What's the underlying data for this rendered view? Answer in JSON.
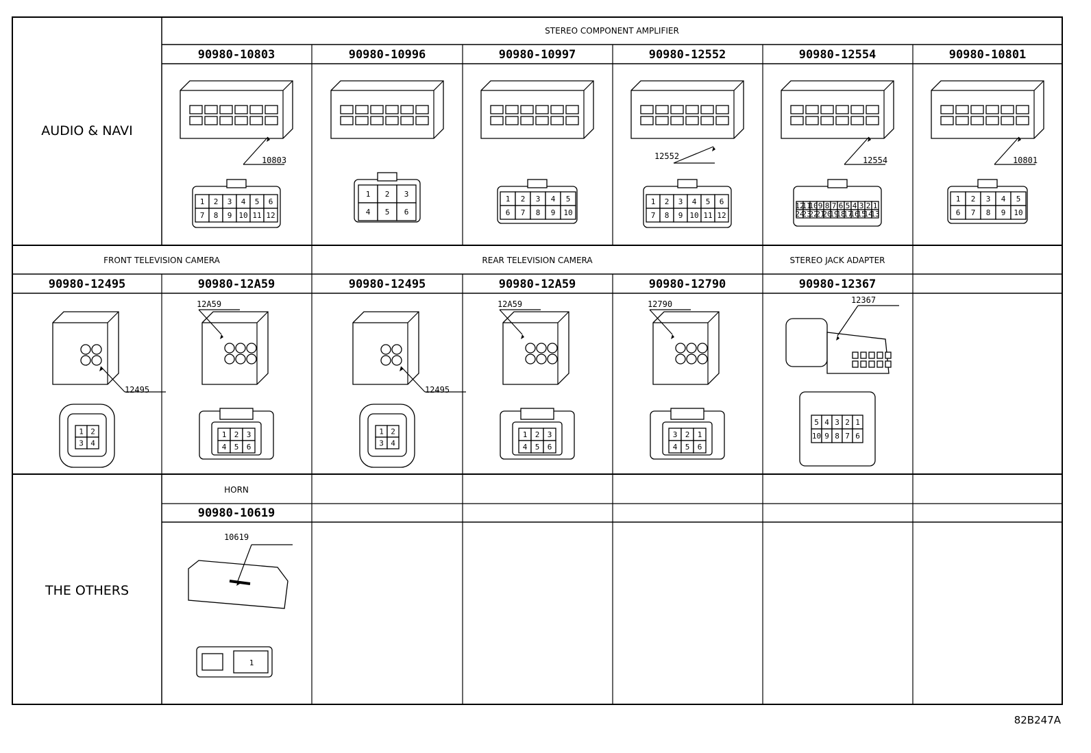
{
  "sections": {
    "audio_navi": "AUDIO & NAVI",
    "the_others": "THE OTHERS"
  },
  "row1": {
    "header": "STEREO COMPONENT AMPLIFIER",
    "parts": [
      {
        "part_number": "90980-10803",
        "tag": "10803",
        "pins": [
          "1",
          "2",
          "3",
          "4",
          "5",
          "6",
          "7",
          "8",
          "9",
          "10",
          "11",
          "12"
        ]
      },
      {
        "part_number": "90980-10996",
        "tag": "",
        "pins": [
          "1",
          "2",
          "3",
          "4",
          "5",
          "6"
        ]
      },
      {
        "part_number": "90980-10997",
        "tag": "",
        "pins": [
          "1",
          "2",
          "3",
          "4",
          "5",
          "6",
          "7",
          "8",
          "9",
          "10"
        ]
      },
      {
        "part_number": "90980-12552",
        "tag": "12552",
        "pins": [
          "1",
          "2",
          "3",
          "4",
          "5",
          "6",
          "7",
          "8",
          "9",
          "10",
          "11",
          "12"
        ]
      },
      {
        "part_number": "90980-12554",
        "tag": "12554",
        "pins": [
          "12",
          "11",
          "10",
          "9",
          "8",
          "7",
          "6",
          "5",
          "4",
          "3",
          "2",
          "1",
          "24",
          "23",
          "22",
          "21",
          "20",
          "19",
          "18",
          "17",
          "16",
          "15",
          "14",
          "13"
        ]
      },
      {
        "part_number": "90980-10801",
        "tag": "10801",
        "pins": [
          "1",
          "2",
          "3",
          "4",
          "5",
          "6",
          "7",
          "8",
          "9",
          "10"
        ]
      }
    ]
  },
  "row2": {
    "headers": [
      {
        "label": "FRONT TELEVISION CAMERA"
      },
      {
        "label": "REAR TELEVISION CAMERA"
      },
      {
        "label": "STEREO JACK ADAPTER"
      }
    ],
    "parts": [
      {
        "part_number": "90980-12495",
        "tag": "12495",
        "pins": [
          "1",
          "2",
          "3",
          "4"
        ]
      },
      {
        "part_number": "90980-12A59",
        "tag": "12A59",
        "pins": [
          "1",
          "2",
          "3",
          "4",
          "5",
          "6"
        ]
      },
      {
        "part_number": "90980-12495",
        "tag": "12495",
        "pins": [
          "1",
          "2",
          "3",
          "4"
        ]
      },
      {
        "part_number": "90980-12A59",
        "tag": "12A59",
        "pins": [
          "1",
          "2",
          "3",
          "4",
          "5",
          "6"
        ]
      },
      {
        "part_number": "90980-12790",
        "tag": "12790",
        "pins": [
          "3",
          "2",
          "1",
          "4",
          "5",
          "6"
        ]
      },
      {
        "part_number": "90980-12367",
        "tag": "12367",
        "pins": [
          "5",
          "4",
          "3",
          "2",
          "1",
          "10",
          "9",
          "8",
          "7",
          "6"
        ]
      }
    ]
  },
  "row3": {
    "header": "HORN",
    "parts": [
      {
        "part_number": "90980-10619",
        "tag": "10619",
        "pins": [
          "1"
        ]
      }
    ]
  },
  "reference": "82B247A"
}
